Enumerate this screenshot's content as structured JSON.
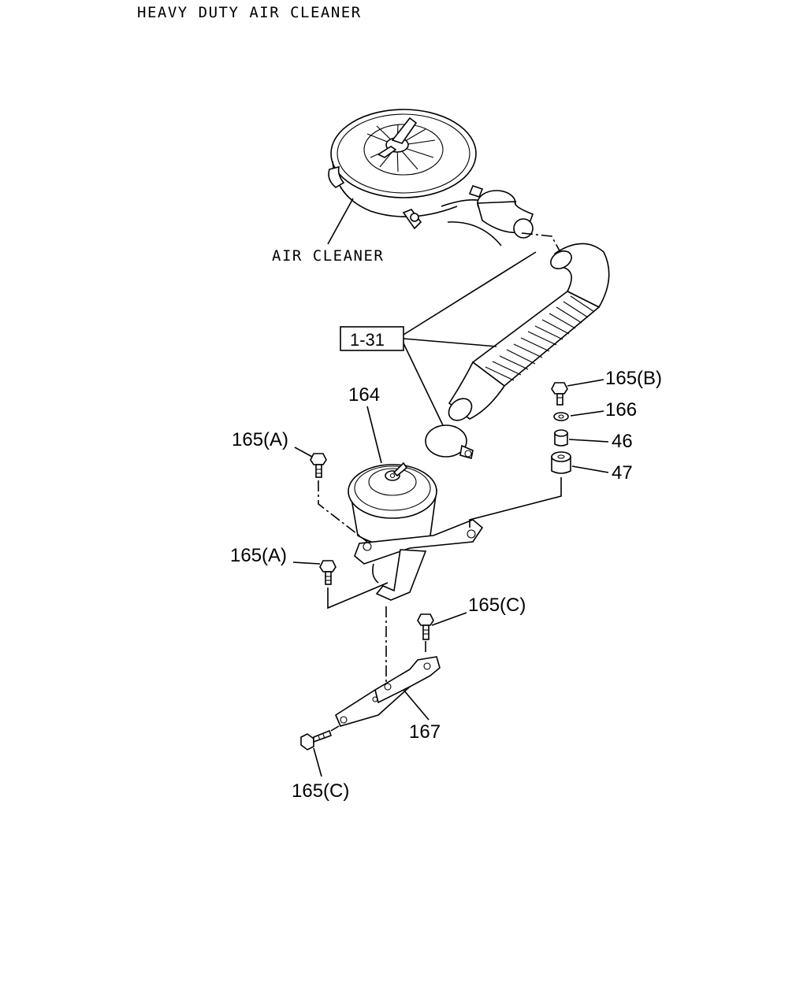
{
  "title": "HEAVY DUTY AIR CLEANER",
  "labels": {
    "air_cleaner": "AIR CLEANER",
    "ref_box": "1-31",
    "p164": "164",
    "p165a_top": "165(A)",
    "p165a_bottom": "165(A)",
    "p165b": "165(B)",
    "p166": "166",
    "p46": "46",
    "p47": "47",
    "p165c_upper": "165(C)",
    "p167": "167",
    "p165c_lower": "165(C)"
  }
}
